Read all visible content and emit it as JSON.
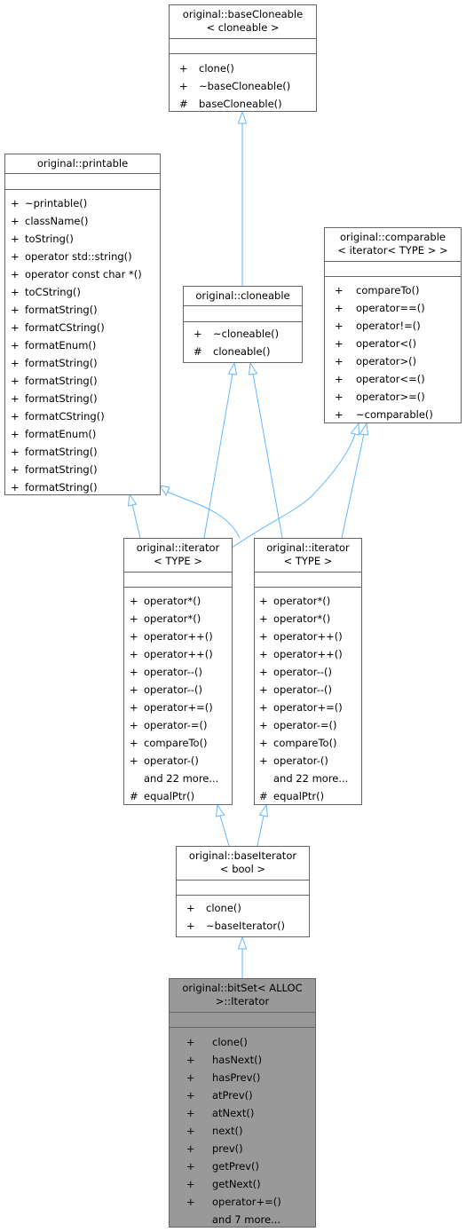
{
  "nodes": {
    "base_cloneable": {
      "title": [
        "original::baseCloneable",
        "< cloneable >"
      ],
      "members": [
        {
          "vis": "+",
          "name": "clone()"
        },
        {
          "vis": "+",
          "name": "~baseCloneable()"
        },
        {
          "vis": "#",
          "name": "baseCloneable()"
        }
      ]
    },
    "printable": {
      "title": [
        "original::printable"
      ],
      "members": [
        {
          "vis": "+",
          "name": "~printable()"
        },
        {
          "vis": "+",
          "name": "className()"
        },
        {
          "vis": "+",
          "name": "toString()"
        },
        {
          "vis": "+",
          "name": "operator std::string()"
        },
        {
          "vis": "+",
          "name": "operator const char *()"
        },
        {
          "vis": "+",
          "name": "toCString()"
        },
        {
          "vis": "+",
          "name": "formatString()"
        },
        {
          "vis": "+",
          "name": "formatCString()"
        },
        {
          "vis": "+",
          "name": "formatEnum()"
        },
        {
          "vis": "+",
          "name": "formatString()"
        },
        {
          "vis": "+",
          "name": "formatString()"
        },
        {
          "vis": "+",
          "name": "formatString()"
        },
        {
          "vis": "+",
          "name": "formatCString()"
        },
        {
          "vis": "+",
          "name": "formatEnum()"
        },
        {
          "vis": "+",
          "name": "formatString()"
        },
        {
          "vis": "+",
          "name": "formatString()"
        },
        {
          "vis": "+",
          "name": "formatString()"
        }
      ]
    },
    "comparable": {
      "title": [
        "original::comparable",
        "< iterator< TYPE > >"
      ],
      "members": [
        {
          "vis": "+",
          "name": "compareTo()"
        },
        {
          "vis": "+",
          "name": "operator==()"
        },
        {
          "vis": "+",
          "name": "operator!=()"
        },
        {
          "vis": "+",
          "name": "operator<()"
        },
        {
          "vis": "+",
          "name": "operator>()"
        },
        {
          "vis": "+",
          "name": "operator<=()"
        },
        {
          "vis": "+",
          "name": "operator>=()"
        },
        {
          "vis": "+",
          "name": "~comparable()"
        }
      ]
    },
    "cloneable": {
      "title": [
        "original::cloneable"
      ],
      "members": [
        {
          "vis": "+",
          "name": "~cloneable()"
        },
        {
          "vis": "#",
          "name": "cloneable()"
        }
      ]
    },
    "iterator_left": {
      "title": [
        "original::iterator",
        "< TYPE >"
      ],
      "members": [
        {
          "vis": "+",
          "name": "operator*()"
        },
        {
          "vis": "+",
          "name": "operator*()"
        },
        {
          "vis": "+",
          "name": "operator++()"
        },
        {
          "vis": "+",
          "name": "operator++()"
        },
        {
          "vis": "+",
          "name": "operator--()"
        },
        {
          "vis": "+",
          "name": "operator--()"
        },
        {
          "vis": "+",
          "name": "operator+=()"
        },
        {
          "vis": "+",
          "name": "operator-=()"
        },
        {
          "vis": "+",
          "name": "compareTo()"
        },
        {
          "vis": "+",
          "name": "operator-()"
        },
        {
          "vis": "",
          "name": "and 22 more..."
        },
        {
          "vis": "#",
          "name": "equalPtr()"
        }
      ]
    },
    "iterator_right": {
      "title": [
        "original::iterator",
        "< TYPE >"
      ],
      "members": [
        {
          "vis": "+",
          "name": "operator*()"
        },
        {
          "vis": "+",
          "name": "operator*()"
        },
        {
          "vis": "+",
          "name": "operator++()"
        },
        {
          "vis": "+",
          "name": "operator++()"
        },
        {
          "vis": "+",
          "name": "operator--()"
        },
        {
          "vis": "+",
          "name": "operator--()"
        },
        {
          "vis": "+",
          "name": "operator+=()"
        },
        {
          "vis": "+",
          "name": "operator-=()"
        },
        {
          "vis": "+",
          "name": "compareTo()"
        },
        {
          "vis": "+",
          "name": "operator-()"
        },
        {
          "vis": "",
          "name": "and 22 more..."
        },
        {
          "vis": "#",
          "name": "equalPtr()"
        }
      ]
    },
    "base_iterator": {
      "title": [
        "original::baseIterator",
        "< bool >"
      ],
      "members": [
        {
          "vis": "+",
          "name": "clone()"
        },
        {
          "vis": "+",
          "name": "~baseIterator()"
        }
      ]
    },
    "bitset_iterator": {
      "title": [
        "original::bitSet< ALLOC",
        ">::Iterator"
      ],
      "members": [
        {
          "vis": "+",
          "name": "clone()"
        },
        {
          "vis": "+",
          "name": "hasNext()"
        },
        {
          "vis": "+",
          "name": "hasPrev()"
        },
        {
          "vis": "+",
          "name": "atPrev()"
        },
        {
          "vis": "+",
          "name": "atNext()"
        },
        {
          "vis": "+",
          "name": "next()"
        },
        {
          "vis": "+",
          "name": "prev()"
        },
        {
          "vis": "+",
          "name": "getPrev()"
        },
        {
          "vis": "+",
          "name": "getNext()"
        },
        {
          "vis": "+",
          "name": "operator+=()"
        },
        {
          "vis": "",
          "name": "and 7 more..."
        }
      ]
    }
  },
  "colors": {
    "edge": "#63b8ff",
    "border": "#666666",
    "current_fill": "#999999"
  }
}
